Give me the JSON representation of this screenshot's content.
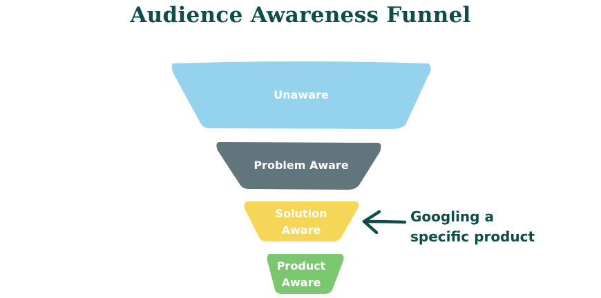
{
  "title": "Audience Awareness Funnel",
  "stages": [
    {
      "lines": [
        "Unaware"
      ],
      "color": "#8fd0ec"
    },
    {
      "lines": [
        "Problem Aware"
      ],
      "color": "#5c7179"
    },
    {
      "lines": [
        "Solution",
        "Aware"
      ],
      "color": "#f5d552"
    },
    {
      "lines": [
        "Product",
        "Aware"
      ],
      "color": "#77c56a"
    }
  ],
  "annotation": {
    "lines": [
      "Googling a",
      "specific product"
    ],
    "color": "#0f4d4a"
  }
}
